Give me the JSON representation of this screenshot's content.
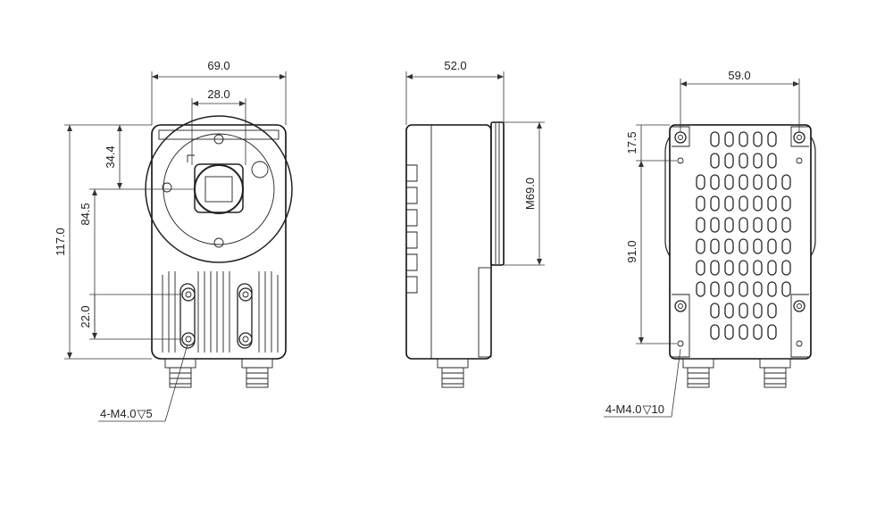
{
  "front_view": {
    "width_dim": "69.0",
    "lens_width_dim": "28.0",
    "height_dim": "117.0",
    "center_height_dim": "84.5",
    "upper_offset_dim": "34.4",
    "hole_spacing_dim": "22.0",
    "thread_note": "4-M4.0",
    "thread_depth": "5"
  },
  "side_view": {
    "depth_dim": "52.0",
    "thread_dim": "M69.0"
  },
  "back_view": {
    "hole_spacing_x_dim": "59.0",
    "top_offset_dim": "17.5",
    "hole_spacing_y_dim": "91.0",
    "thread_note": "4-M4.0",
    "thread_depth": "10"
  }
}
